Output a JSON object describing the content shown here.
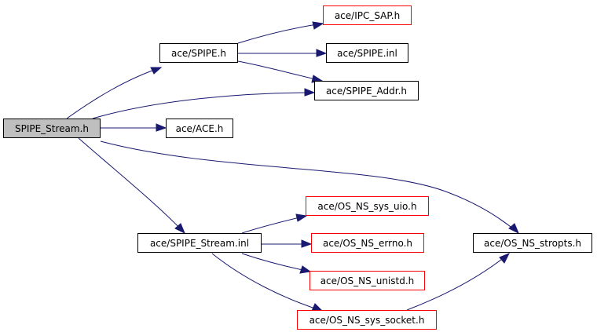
{
  "graph": {
    "colors": {
      "edge": "#191970",
      "root_fill": "#bfbfbf",
      "node_border": "#000000",
      "incomplete_border": "#ff0000",
      "background": "#ffffff"
    },
    "nodes": [
      {
        "id": "spipe_stream_h",
        "label": "SPIPE_Stream.h",
        "kind": "root"
      },
      {
        "id": "spipe_h",
        "label": "ace/SPIPE.h",
        "kind": "normal"
      },
      {
        "id": "ipc_sap_h",
        "label": "ace/IPC_SAP.h",
        "kind": "incomplete"
      },
      {
        "id": "spipe_inl",
        "label": "ace/SPIPE.inl",
        "kind": "normal"
      },
      {
        "id": "spipe_addr_h",
        "label": "ace/SPIPE_Addr.h",
        "kind": "normal"
      },
      {
        "id": "ace_h",
        "label": "ace/ACE.h",
        "kind": "normal"
      },
      {
        "id": "spipe_stream_inl",
        "label": "ace/SPIPE_Stream.inl",
        "kind": "normal"
      },
      {
        "id": "os_ns_sys_uio_h",
        "label": "ace/OS_NS_sys_uio.h",
        "kind": "incomplete"
      },
      {
        "id": "os_ns_errno_h",
        "label": "ace/OS_NS_errno.h",
        "kind": "incomplete"
      },
      {
        "id": "os_ns_unistd_h",
        "label": "ace/OS_NS_unistd.h",
        "kind": "incomplete"
      },
      {
        "id": "os_ns_sys_socket_h",
        "label": "ace/OS_NS_sys_socket.h",
        "kind": "incomplete"
      },
      {
        "id": "os_ns_stropts_h",
        "label": "ace/OS_NS_stropts.h",
        "kind": "normal"
      }
    ],
    "edges": [
      {
        "from": "spipe_stream_h",
        "to": "spipe_h"
      },
      {
        "from": "spipe_stream_h",
        "to": "spipe_addr_h"
      },
      {
        "from": "spipe_stream_h",
        "to": "ace_h"
      },
      {
        "from": "spipe_stream_h",
        "to": "os_ns_stropts_h"
      },
      {
        "from": "spipe_stream_h",
        "to": "spipe_stream_inl"
      },
      {
        "from": "spipe_h",
        "to": "ipc_sap_h"
      },
      {
        "from": "spipe_h",
        "to": "spipe_inl"
      },
      {
        "from": "spipe_h",
        "to": "spipe_addr_h"
      },
      {
        "from": "spipe_stream_inl",
        "to": "os_ns_sys_uio_h"
      },
      {
        "from": "spipe_stream_inl",
        "to": "os_ns_errno_h"
      },
      {
        "from": "spipe_stream_inl",
        "to": "os_ns_unistd_h"
      },
      {
        "from": "spipe_stream_inl",
        "to": "os_ns_sys_socket_h"
      },
      {
        "from": "os_ns_sys_socket_h",
        "to": "os_ns_stropts_h"
      }
    ]
  }
}
